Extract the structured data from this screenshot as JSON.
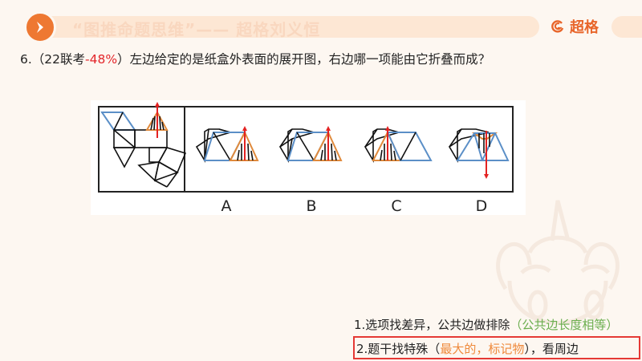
{
  "header": {
    "banner_title": "“图推命题思维”—— 超格刘义恒",
    "brand_name": "超格",
    "logo_icon": "chevron-right-icon",
    "brand_icon": "brand-g-icon"
  },
  "question": {
    "number": "6.",
    "source_prefix": "（22联考",
    "accuracy": "-48%",
    "source_suffix": "）",
    "text": "左边给定的是纸盒外表面的展开图，右边哪一项能由它折叠而成？"
  },
  "figure": {
    "options": [
      "A",
      "B",
      "C",
      "D"
    ],
    "colors": {
      "blue": "#5b8fc7",
      "orange": "#e08a3c",
      "red": "#e32222",
      "black": "#111111"
    }
  },
  "tips": {
    "tip1_main": "1.选项找差异，公共边做排除",
    "tip1_note": "（公共边长度相等）",
    "tip2_main": "2.题干找特殊（",
    "tip2_highlight": "最大的，标记物",
    "tip2_end": "），看周边",
    "highlight_border_color": "#e53935"
  },
  "colors": {
    "background": "#fdf7f1",
    "banner": "#fde7d4",
    "accent": "#ee7832"
  }
}
